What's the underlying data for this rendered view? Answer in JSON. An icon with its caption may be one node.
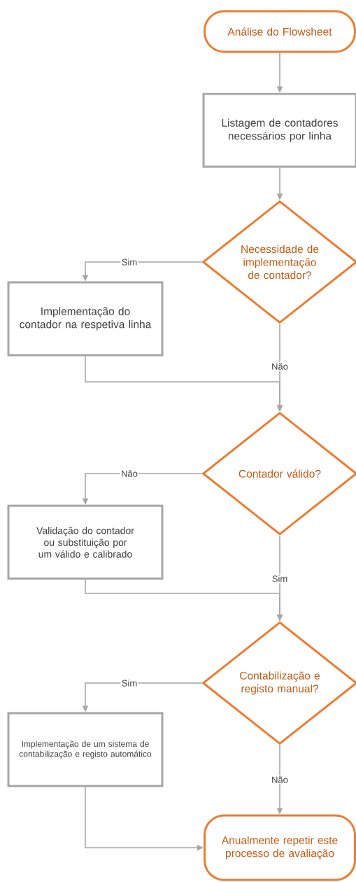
{
  "diagram": {
    "nodes": [
      {
        "text": [
          "Análise do Flowsheet"
        ]
      },
      {
        "text": [
          "Listagem de contadores necessários por linha"
        ]
      },
      {
        "text": [
          "Necessidade de implementação de contador?"
        ]
      },
      {
        "text": [
          "Implementação do contador na respetiva linha"
        ]
      },
      {
        "text": [
          "Contador válido?"
        ]
      },
      {
        "text": [
          "Validação do contador ou substituição por um válido e calibrado"
        ]
      },
      {
        "text": [
          "Contabilização e registo manual?"
        ]
      },
      {
        "text": [
          "Implementação de um sistema de contabilização e registo automático"
        ]
      },
      {
        "text": [
          "Anualmente repetir este processo de avaliação"
        ]
      }
    ],
    "edges": [
      {
        "from": 0,
        "to": 1,
        "arrow": "to"
      },
      {
        "from": 1,
        "to": 2,
        "arrow": "to"
      },
      {
        "from": 2,
        "to": 3,
        "arrow": "to",
        "label": "Sim"
      },
      {
        "from": 2,
        "to": 4,
        "arrow": "to",
        "label": "Não"
      },
      {
        "from": 3,
        "to": 4,
        "arrow": "to"
      },
      {
        "from": 4,
        "to": 5,
        "arrow": "to",
        "label": "Não"
      },
      {
        "from": 4,
        "to": 6,
        "arrow": "to",
        "label": "Sim"
      },
      {
        "from": 5,
        "to": 6,
        "arrow": "to"
      },
      {
        "from": 6,
        "to": 7,
        "arrow": "to",
        "label": "Sim"
      },
      {
        "from": 6,
        "to": 8,
        "arrow": "to",
        "label": "Não"
      },
      {
        "from": 7,
        "to": 8,
        "arrow": "to"
      }
    ]
  }
}
